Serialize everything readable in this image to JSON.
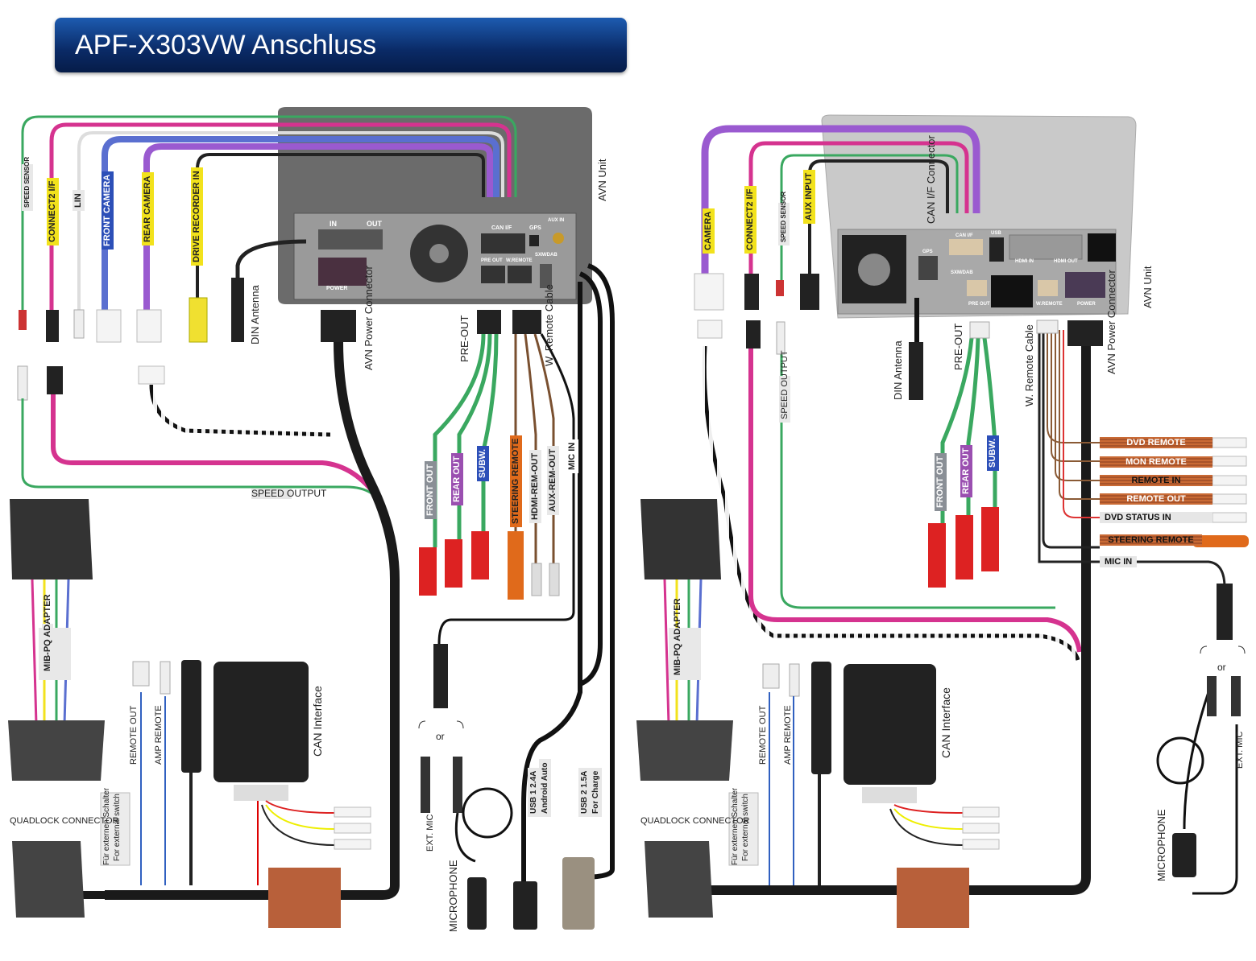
{
  "title": "APF-X303VW Anschluss",
  "left": {
    "top_tags": [
      "SPEED SENSOR",
      "CONNECT2 I/F",
      "LIN",
      "FRONT CAMERA",
      "REAR CAMERA",
      "DRIVE RECORDER IN"
    ],
    "din_antenna": "DIN Antenna",
    "avn_power": "AVN Power Connector",
    "avn_unit": "AVN Unit",
    "unit_ports": [
      "IN",
      "OUT",
      "POWER",
      "CAN I/F",
      "GPS",
      "AUX IN",
      "PRE OUT",
      "W.REMOTE",
      "SXM/DAB"
    ],
    "pre_out": "PRE-OUT",
    "w_remote": "W. Remote Cable",
    "cable_tags": [
      "FRONT OUT",
      "REAR OUT",
      "SUBW.",
      "STEERING REMOTE",
      "HDMI-REM-OUT",
      "AUX-REM-OUT",
      "MIC IN"
    ],
    "speed_output": "SPEED OUTPUT",
    "mib": "MIB-PQ ADAPTER",
    "remote_out": "REMOTE OUT",
    "amp_remote": "AMP REMOTE",
    "can_interface": "CAN Interface",
    "switch_de": "Für externen Schalter",
    "switch_en": "For external switch",
    "quadlock": "QUADLOCK CONNECTOR",
    "or": "or",
    "ext_mic": "EXT. MIC",
    "microphone": "MICROPHONE",
    "usb1_a": "USB 1  2.4A",
    "usb1_b": "Android Auto",
    "usb2_a": "USB 2  1.5A",
    "usb2_b": "For Charge"
  },
  "right": {
    "top_tags": [
      "CAMERA",
      "CONNECT2 I/F",
      "SPEED SENSOR",
      "AUX INPUT"
    ],
    "can_connector": "CAN I/F Connector",
    "unit_ports": [
      "CAN I/F",
      "USB",
      "HDMI IN",
      "HDMI OUT",
      "GPS",
      "SXM/DAB",
      "PRE OUT",
      "W.REMOTE",
      "POWER"
    ],
    "avn_unit": "AVN Unit",
    "din_antenna": "DIN Antenna",
    "pre_out": "PRE-OUT",
    "w_remote": "W. Remote Cable",
    "avn_power": "AVN Power Connector",
    "speed_output": "SPEED OUTPUT",
    "cable_tags": [
      "FRONT OUT",
      "REAR OUT",
      "SUBW."
    ],
    "remote_tags": [
      "DVD REMOTE",
      "MON REMOTE",
      "REMOTE  IN",
      "REMOTE OUT",
      "DVD STATUS  IN",
      "STEERING REMOTE",
      "MIC  IN"
    ],
    "or": "or",
    "ext_mic": "EXT. MIC",
    "microphone": "MICROPHONE",
    "mib": "MIB-PQ ADAPTER",
    "remote_out": "REMOTE OUT",
    "amp_remote": "AMP REMOTE",
    "can_interface": "CAN Interface",
    "switch_de": "Für externen Schalter",
    "switch_en": "For external switch",
    "quadlock": "QUADLOCK CONNECTOR"
  },
  "colors": {
    "banner": "#0a2a66",
    "harness": "#1a1a1a",
    "magenta": "#d5338f",
    "green": "#3aa860",
    "orange": "#e06a1b"
  }
}
